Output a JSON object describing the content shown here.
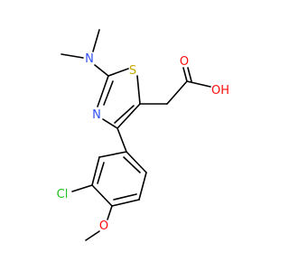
{
  "molecule": {
    "atoms": {
      "N_dimethylamino": "N",
      "S_ring": "S",
      "N_ring": "N",
      "O_carbonyl": "O",
      "OH_acid": "OH",
      "Cl": "Cl",
      "O_methoxy": "O"
    },
    "colors": {
      "bond": "#000000",
      "nitrogen": "#3050F8",
      "sulfur": "#C8A800",
      "oxygen": "#FF0D0D",
      "chlorine": "#1FC01F"
    }
  }
}
